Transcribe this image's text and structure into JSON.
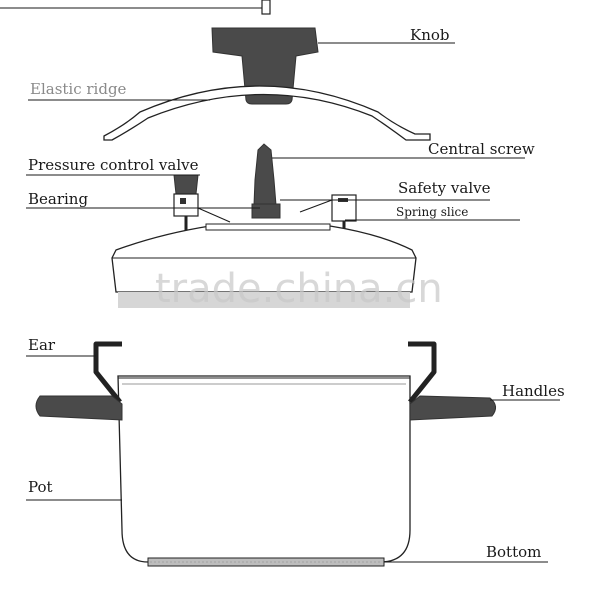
{
  "labels": {
    "knob": "Knob",
    "elastic_ridge": "Elastic ridge",
    "central_screw": "Central screw",
    "pressure_control_valve": "Pressure control  valve",
    "bearing": "Bearing",
    "safety_valve": "Safety valve",
    "spring_slice": "Spring slice",
    "ear": "Ear",
    "handles": "Handles",
    "pot": "Pot",
    "bottom": "Bottom"
  },
  "watermark": "trade.china.cn",
  "colors": {
    "line": "#1a1a1a",
    "dark_part": "#4a4a4a",
    "label_grey": "#8a8a8a",
    "watermark": "#c8c8c8"
  }
}
